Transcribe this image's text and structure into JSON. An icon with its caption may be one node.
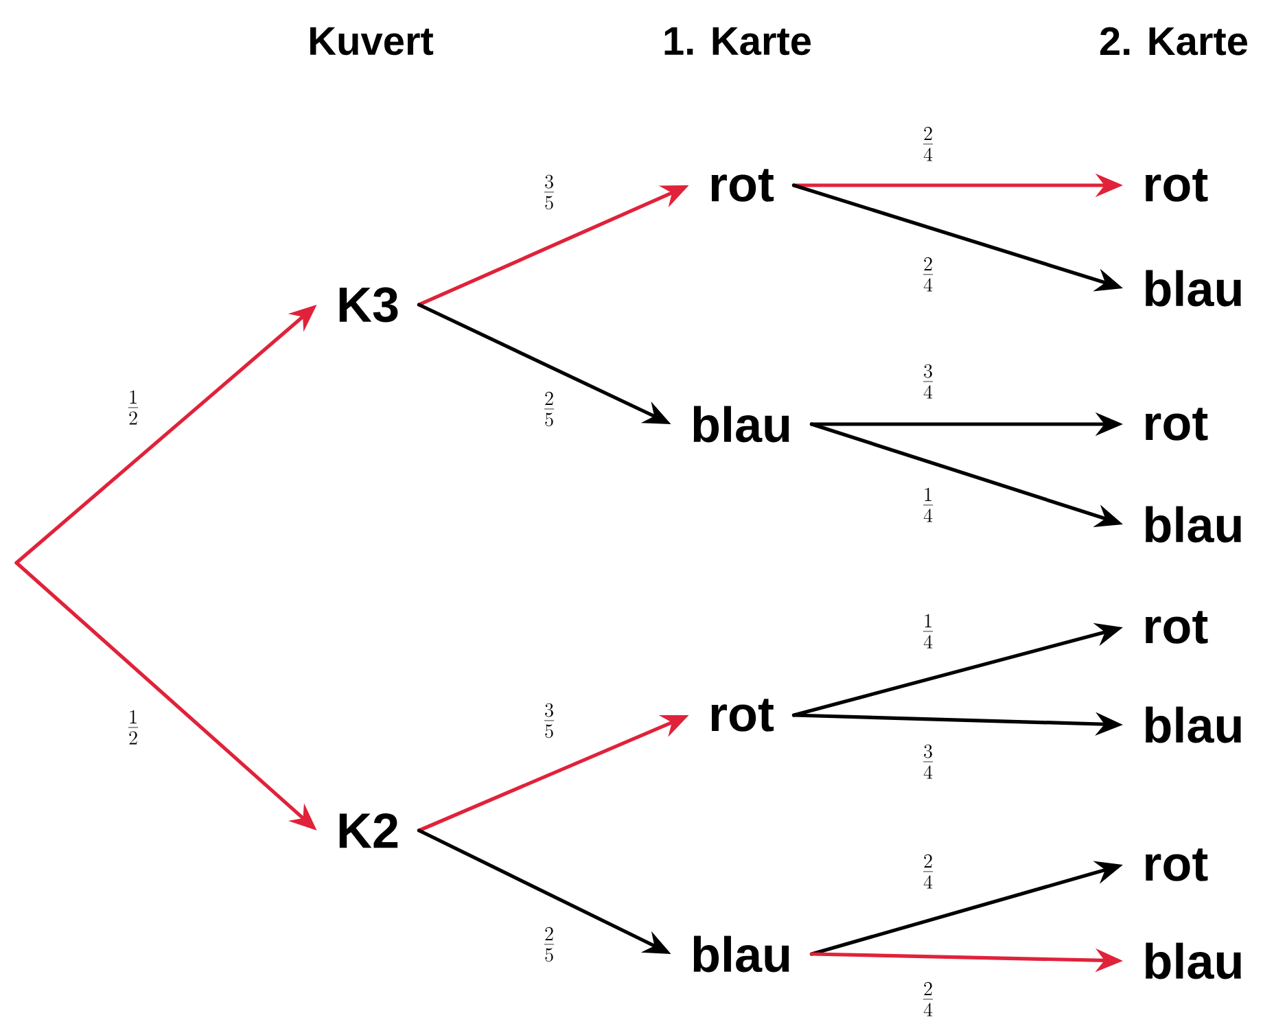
{
  "diagram": {
    "nodes": [
      {
        "text": [
          "K3"
        ]
      },
      {
        "text": [
          "K2"
        ]
      },
      {
        "text": [
          "rot"
        ]
      },
      {
        "text": [
          "blau"
        ]
      },
      {
        "text": [
          "rot"
        ]
      },
      {
        "text": [
          "blau"
        ]
      },
      {
        "text": [
          "rot"
        ]
      },
      {
        "text": [
          "blau"
        ]
      },
      {
        "text": [
          "rot"
        ]
      },
      {
        "text": [
          "blau"
        ]
      },
      {
        "text": [
          "rot"
        ]
      },
      {
        "text": [
          "blau"
        ]
      },
      {
        "text": [
          "rot"
        ]
      },
      {
        "text": [
          "blau"
        ]
      }
    ],
    "edges": [
      {
        "from": null,
        "to": 0,
        "arrow": "to",
        "label": "\\frac{1}{2}",
        "color": "#e0223a"
      },
      {
        "from": null,
        "to": 1,
        "arrow": "to",
        "label": "\\frac{1}{2}",
        "color": "#e0223a"
      },
      {
        "from": 0,
        "to": 2,
        "arrow": "to",
        "label": "\\frac{3}{5}",
        "color": "#e0223a"
      },
      {
        "from": 0,
        "to": 3,
        "arrow": "to",
        "label": "\\frac{2}{5}"
      },
      {
        "from": 1,
        "to": 4,
        "arrow": "to",
        "label": "\\frac{3}{5}",
        "color": "#e0223a"
      },
      {
        "from": 1,
        "to": 5,
        "arrow": "to",
        "label": "\\frac{2}{5}"
      },
      {
        "from": 2,
        "to": 6,
        "arrow": "to",
        "label": "\\frac{2}{4}",
        "color": "#e0223a"
      },
      {
        "from": 2,
        "to": 7,
        "arrow": "to",
        "label": "\\frac{2}{4}"
      },
      {
        "from": 3,
        "to": 8,
        "arrow": "to",
        "label": "\\frac{3}{4}"
      },
      {
        "from": 3,
        "to": 9,
        "arrow": "to",
        "label": "\\frac{1}{4}"
      },
      {
        "from": 4,
        "to": 10,
        "arrow": "to",
        "label": "\\frac{1}{4}"
      },
      {
        "from": 4,
        "to": 11,
        "arrow": "to",
        "label": "\\frac{3}{4}"
      },
      {
        "from": 5,
        "to": 12,
        "arrow": "to",
        "label": "\\frac{2}{4}"
      },
      {
        "from": 5,
        "to": 13,
        "arrow": "to",
        "label": "\\frac{2}{4}",
        "color": "#e0223a"
      }
    ],
    "labels": [
      "Kuvert",
      "1. Karte",
      "2. Karte"
    ]
  }
}
